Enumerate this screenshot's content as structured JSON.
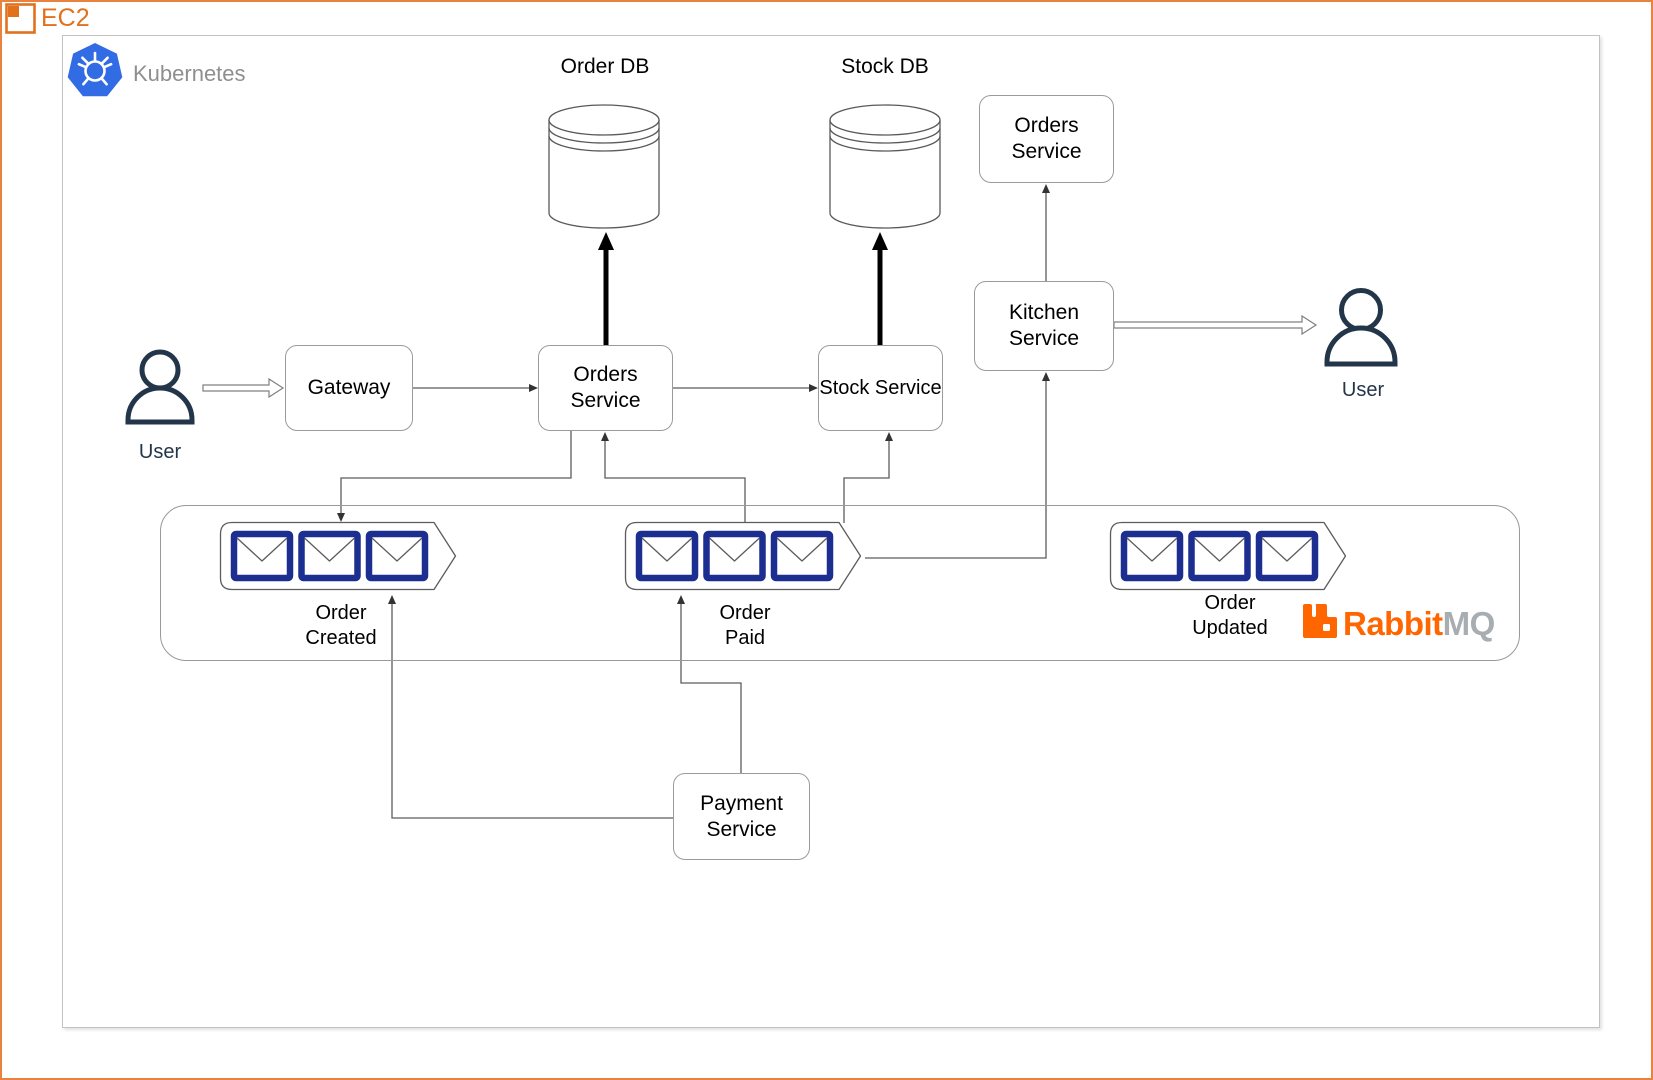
{
  "frame": {
    "label": "EC2"
  },
  "cluster": {
    "label": "Kubernetes"
  },
  "nodes": {
    "gateway": {
      "label": "Gateway"
    },
    "orders_service": {
      "line1": "Orders",
      "line2": "Service"
    },
    "stock_service": {
      "label": "Stock Service"
    },
    "kitchen_service": {
      "line1": "Kitchen",
      "line2": "Service"
    },
    "orders_service_top": {
      "line1": "Orders",
      "line2": "Service"
    },
    "payment_service": {
      "line1": "Payment",
      "line2": "Service"
    }
  },
  "databases": {
    "order_db": {
      "label": "Order DB"
    },
    "stock_db": {
      "label": "Stock DB"
    }
  },
  "actors": {
    "user_left": {
      "label": "User"
    },
    "user_right": {
      "label": "User"
    }
  },
  "queues": {
    "order_created": {
      "line1": "Order",
      "line2": "Created"
    },
    "order_paid": {
      "line1": "Order",
      "line2": "Paid"
    },
    "order_updated": {
      "line1": "Order",
      "line2": "Updated"
    }
  },
  "broker": {
    "name_primary": "Rabbit",
    "name_secondary": "MQ"
  },
  "edges": [
    {
      "from": "User",
      "to": "Gateway"
    },
    {
      "from": "Gateway",
      "to": "Orders Service"
    },
    {
      "from": "Orders Service",
      "to": "Order DB"
    },
    {
      "from": "Orders Service",
      "to": "Stock Service"
    },
    {
      "from": "Orders Service",
      "to": "Order Created queue"
    },
    {
      "from": "Order Paid queue",
      "to": "Orders Service"
    },
    {
      "from": "Order Paid queue",
      "to": "Stock Service"
    },
    {
      "from": "Order Paid queue",
      "to": "Kitchen Service"
    },
    {
      "from": "Stock Service",
      "to": "Stock DB"
    },
    {
      "from": "Kitchen Service",
      "to": "Orders Service (top)"
    },
    {
      "from": "Kitchen Service",
      "to": "User"
    },
    {
      "from": "Payment Service",
      "to": "Order Created queue"
    },
    {
      "from": "Payment Service",
      "to": "Order Paid queue"
    }
  ],
  "colors": {
    "ec2_orange": "#e2711d",
    "frame_border": "#e8823e",
    "kubernetes_blue": "#326ce5",
    "queue_navy": "#1c2e8f",
    "rabbit_orange": "#ff6600",
    "rabbit_gray": "#a7adb0",
    "user_navy": "#233649",
    "box_border": "#9b9b9b"
  }
}
